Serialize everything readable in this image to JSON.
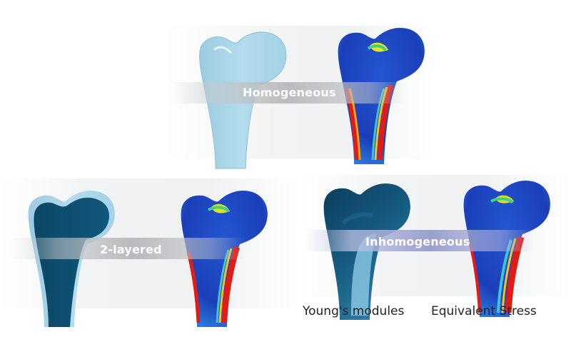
{
  "labels": {
    "homogeneous": "Homogeneous",
    "two_layered": "2-layered",
    "inhomogeneous": "Inhomogeneous"
  },
  "captions": {
    "youngs": "Young's modules",
    "stress": "Equivalent Stress"
  },
  "colors": {
    "bone_light": "#a9d6ea",
    "bone_dark": "#0d4a6e",
    "stress_blue": "#1f3fc4",
    "stress_red": "#e01a10",
    "band_grey": "#b9bbbe",
    "band_purple": "#9a9fd0"
  }
}
